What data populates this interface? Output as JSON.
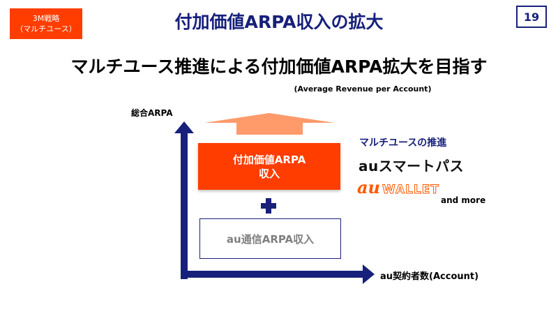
{
  "header": {
    "tag_line1": "3M戦略",
    "tag_line2": "（マルチユース）",
    "title": "付加価値ARPA収入の拡大",
    "page_number": "19"
  },
  "headline": "マルチユース推進による付加価値ARPA拡大を目指す",
  "sub_caption": "(Average Revenue per Account)",
  "diagram": {
    "y_axis_label": "総合ARPA",
    "x_axis_label": "au契約者数(Account)",
    "value_box_line1": "付加価値ARPA",
    "value_box_line2": "収入",
    "base_box": "au通信ARPA収入"
  },
  "promo": {
    "heading": "マルチユースの推進",
    "smartpass": "auスマートパス",
    "wallet_au": "au",
    "wallet_word": "WALLET",
    "and_more": "and more"
  },
  "colors": {
    "accent": "#ff3d00",
    "navy": "#17207a",
    "arrow_orange": "#ff9a6a",
    "gray_text": "#7f7f7f"
  }
}
